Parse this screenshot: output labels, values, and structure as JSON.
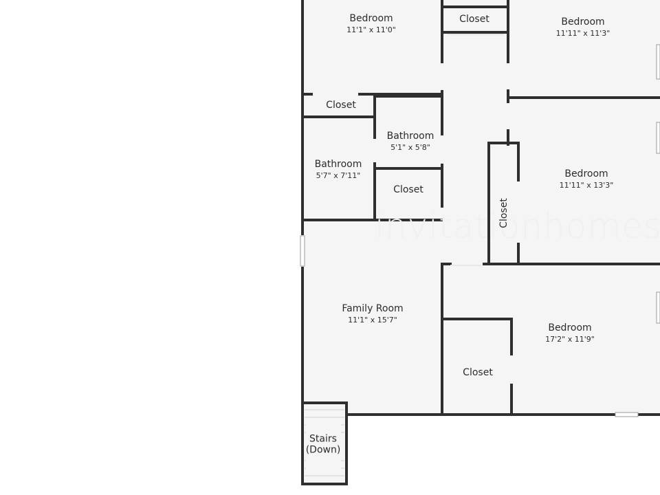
{
  "floorplan": {
    "rooms": [
      {
        "id": "bedroom-nw",
        "name": "Bedroom",
        "dims": "11'1\" x 11'0\""
      },
      {
        "id": "closet-top",
        "name": "Closet",
        "dims": ""
      },
      {
        "id": "bedroom-ne",
        "name": "Bedroom",
        "dims": "11'11\" x 11'3\""
      },
      {
        "id": "closet-w",
        "name": "Closet",
        "dims": ""
      },
      {
        "id": "bathroom-mid",
        "name": "Bathroom",
        "dims": "5'1\" x 5'8\""
      },
      {
        "id": "bathroom-w",
        "name": "Bathroom",
        "dims": "5'7\" x 7'11\""
      },
      {
        "id": "closet-mid",
        "name": "Closet",
        "dims": ""
      },
      {
        "id": "closet-vert",
        "name": "Closet",
        "dims": ""
      },
      {
        "id": "bedroom-e",
        "name": "Bedroom",
        "dims": "11'11\" x 13'3\""
      },
      {
        "id": "family-room",
        "name": "Family Room",
        "dims": "11'1\" x 15'7\""
      },
      {
        "id": "bedroom-se",
        "name": "Bedroom",
        "dims": "17'2\" x 11'9\""
      },
      {
        "id": "closet-se",
        "name": "Closet",
        "dims": ""
      },
      {
        "id": "stairs",
        "name": "Stairs\n(Down)",
        "dims": ""
      }
    ],
    "watermark": "invitationhomes",
    "colors": {
      "wall": "#2f2f2f",
      "floor": "#f5f5f5",
      "text": "#2b2b2b"
    }
  }
}
